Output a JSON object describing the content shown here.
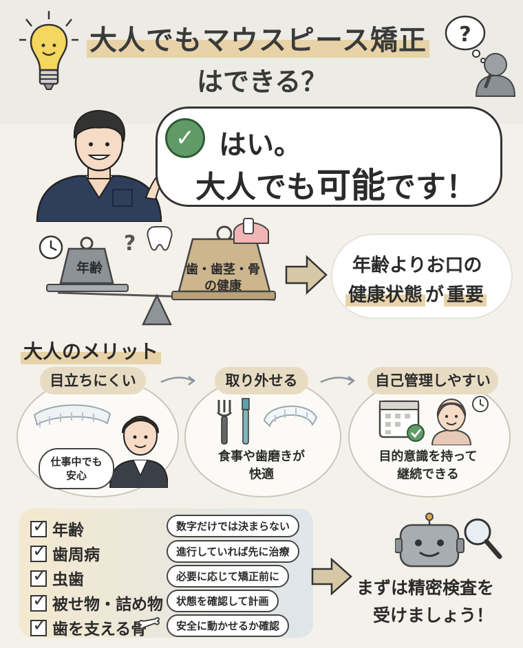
{
  "title": {
    "line1": "大人でもマウスピース矯正",
    "line2": "はできる？"
  },
  "answer": {
    "line1": "はい。",
    "line2_pre": "大人でも",
    "line2_em": "可能",
    "line2_post": "です！"
  },
  "balance": {
    "left_label": "年齢",
    "right_label1": "歯・歯茎・骨",
    "right_label2": "の健康"
  },
  "conclusion": {
    "line1": "年齢よりお口の",
    "line2_em": "健康状態",
    "line2_mid": "が",
    "line2_post": "重要"
  },
  "merits": {
    "heading": "大人のメリット",
    "items": [
      {
        "title": "目立ちにくい",
        "bubble1": "仕事中でも",
        "bubble2": "安心"
      },
      {
        "title": "取り外せる",
        "cap1": "食事や歯磨きが",
        "cap2": "快適"
      },
      {
        "title": "自己管理しやすい",
        "cap1": "目的意識を持って",
        "cap2": "継続できる"
      }
    ]
  },
  "checklist": [
    {
      "label": "年齢",
      "note": "数字だけでは決まらない"
    },
    {
      "label": "歯周病",
      "note": "進行していれば先に治療"
    },
    {
      "label": "虫歯",
      "note": "必要に応じて矯正前に"
    },
    {
      "label": "被せ物・詰め物",
      "note": "状態を確認して計画"
    },
    {
      "label": "歯を支える骨",
      "note": "安全に動かせるか確認"
    }
  ],
  "final": {
    "line1": "まずは精密検査を",
    "line2": "受けましょう！"
  },
  "colors": {
    "accent": "#e7d3a7",
    "check_green": "#5f9a67",
    "navy": "#2f3e5a",
    "arrow": "#d6c8a6"
  },
  "icons": [
    "lightbulb-icon",
    "question-bubble-icon",
    "thinking-person-icon",
    "check-circle-icon",
    "clock-icon",
    "weight-icon",
    "arrow-right-icon",
    "fork-icon",
    "toothbrush-icon",
    "aligner-icon",
    "calendar-icon",
    "bone-icon",
    "robot-icon",
    "magnifier-icon"
  ]
}
